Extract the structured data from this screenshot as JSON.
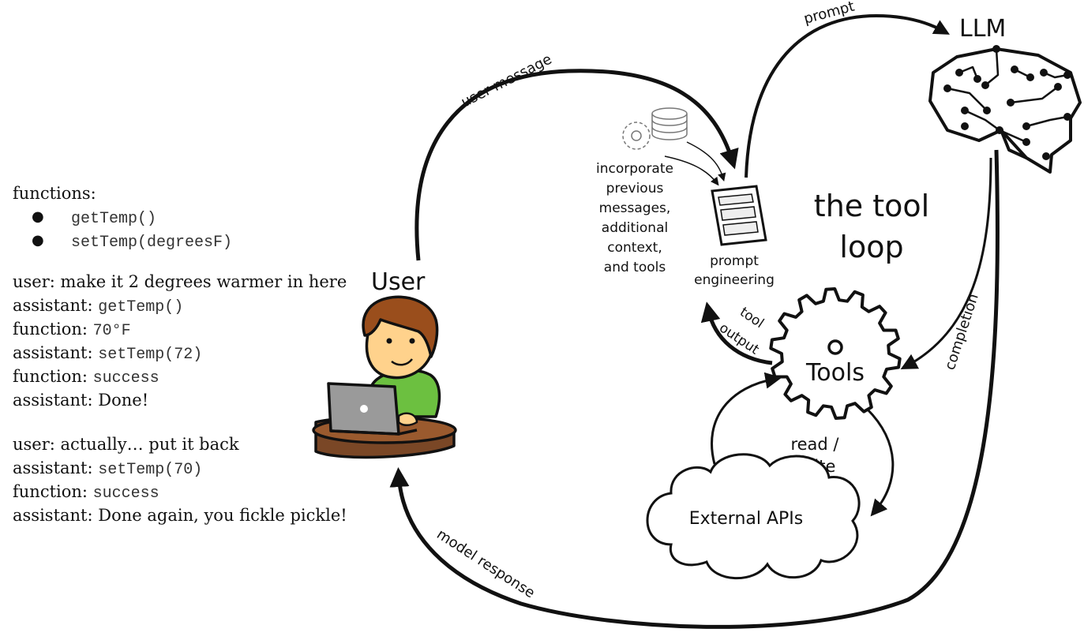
{
  "functions_panel": {
    "heading": "functions:",
    "functions": [
      "getTemp()",
      "setTemp(degreesF)"
    ]
  },
  "conversations": [
    [
      {
        "role": "user:",
        "text": "make it 2 degrees warmer in here",
        "mono": false
      },
      {
        "role": "assistant:",
        "text": "getTemp()",
        "mono": true
      },
      {
        "role": "function:",
        "text": "70°F",
        "mono": true
      },
      {
        "role": "assistant:",
        "text": "setTemp(72)",
        "mono": true
      },
      {
        "role": "function:",
        "text": "success",
        "mono": true
      },
      {
        "role": "assistant:",
        "text": "Done!",
        "mono": false
      }
    ],
    [
      {
        "role": "user:",
        "text": "actually… put it back",
        "mono": false
      },
      {
        "role": "assistant:",
        "text": "setTemp(70)",
        "mono": true
      },
      {
        "role": "function:",
        "text": "success",
        "mono": true
      },
      {
        "role": "assistant:",
        "text": "Done again, you fickle pickle!",
        "mono": false
      }
    ]
  ],
  "diagram": {
    "user_label": "User",
    "llm_label": "LLM",
    "tools_label": "Tools",
    "title_line1": "the tool",
    "title_line2": "loop",
    "prompt_engineering": [
      "prompt",
      "engineering"
    ],
    "incorporate_note": [
      "incorporate",
      "previous",
      "messages,",
      "additional",
      "context,",
      "and tools"
    ],
    "external_apis": "External APIs",
    "read_write": [
      "read /",
      "write"
    ],
    "arrow_labels": {
      "user_message": "user message",
      "prompt": "prompt",
      "completion": "completion",
      "tool": "tool",
      "output": "output",
      "model_response": "model response"
    }
  },
  "colors": {
    "shirt": "#6cc040",
    "hair": "#9a4e1c",
    "skin": "#ffd28c",
    "table": "#7a4726",
    "laptop": "#9a9a9a"
  }
}
